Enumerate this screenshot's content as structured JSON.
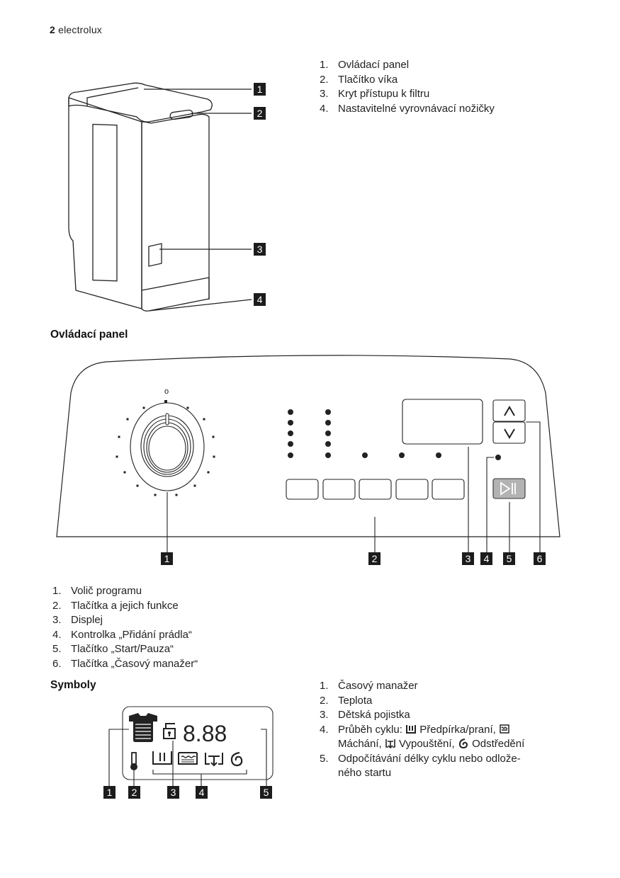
{
  "header": {
    "page_number": "2",
    "brand": "electrolux"
  },
  "appliance_parts": {
    "callouts": [
      "1",
      "2",
      "3",
      "4"
    ],
    "items": [
      {
        "num": "1.",
        "label": "Ovládací panel"
      },
      {
        "num": "2.",
        "label": "Tlačítko víka"
      },
      {
        "num": "3.",
        "label": "Kryt přístupu k filtru"
      },
      {
        "num": "4.",
        "label": "Nastavitelné vyrovnávací nožičky"
      }
    ]
  },
  "control_panel": {
    "title": "Ovládací panel",
    "callouts": [
      "1",
      "2",
      "3",
      "4",
      "5",
      "6"
    ],
    "dial_off_marker": "o",
    "time_up_symbol": "^",
    "time_down_symbol": "v",
    "start_pause_icon": "play-pause-icon",
    "items": [
      {
        "num": "1.",
        "label": "Volič programu"
      },
      {
        "num": "2.",
        "label": "Tlačítka a jejich funkce"
      },
      {
        "num": "3.",
        "label": "Displej"
      },
      {
        "num": "4.",
        "label": "Kontrolka „Přidání prádla“"
      },
      {
        "num": "5.",
        "label": "Tlačítko „Start/Pauza“"
      },
      {
        "num": "6.",
        "label": "Tlačítka „Časový manažer“"
      }
    ]
  },
  "symbols": {
    "title": "Symboly",
    "display_digits": "8.88",
    "callouts": [
      "1",
      "2",
      "3",
      "4",
      "5"
    ],
    "items": [
      {
        "num": "1.",
        "label": "Časový manažer"
      },
      {
        "num": "2.",
        "label": "Teplota"
      },
      {
        "num": "3.",
        "label": "Dětská pojistka"
      },
      {
        "num": "4.",
        "label_prefix": "Průběh cyklu:",
        "phase_wash": "Předpírka/praní,",
        "phase_rinse": "Máchání,",
        "phase_drain": "Vypouštění,",
        "phase_spin": "Odstředění"
      },
      {
        "num": "5.",
        "label": "Odpočítávání délky cyklu nebo odlože-",
        "label_cont": "ného startu"
      }
    ]
  }
}
